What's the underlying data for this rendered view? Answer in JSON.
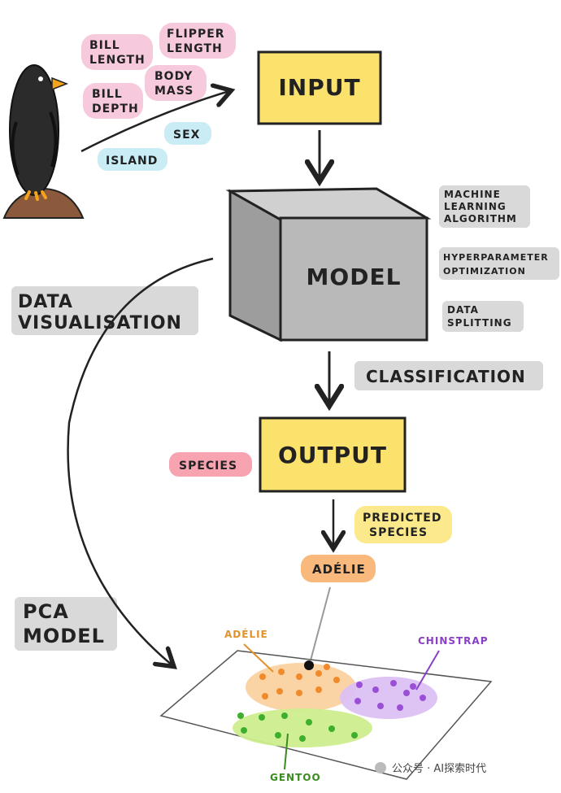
{
  "input_label": "INPUT",
  "model_label": "MODEL",
  "output_label": "OUTPUT",
  "features": {
    "bill_length": [
      "BILL",
      "LENGTH"
    ],
    "flipper_length": [
      "FLIPPER",
      "LENGTH"
    ],
    "bill_depth": [
      "BILL",
      "DEPTH"
    ],
    "body_mass": [
      "BODY",
      "MASS"
    ],
    "sex": "SEX",
    "island": "ISLAND"
  },
  "model_notes": {
    "ml_algorithm": [
      "MACHINE",
      "LEARNING",
      "ALGORITHM"
    ],
    "hyperparameter": [
      "HYPERPARAMETER",
      "OPTIMIZATION"
    ],
    "data_splitting": [
      "DATA",
      "SPLITTING"
    ]
  },
  "left_labels": {
    "data_visualisation": [
      "DATA",
      "VISUALISATION"
    ],
    "pca_model": [
      "PCA",
      "MODEL"
    ]
  },
  "classification": "CLASSIFICATION",
  "species_tag": "SPECIES",
  "predicted_species": [
    "PREDICTED",
    "SPECIES"
  ],
  "prediction": "ADÉLIE",
  "clusters": {
    "adelie": "ADÉLIE",
    "chinstrap": "CHINSTRAP",
    "gentoo": "GENTOO"
  },
  "colors": {
    "pink": "#f7c9dc",
    "blue": "#c9ecf5",
    "yellow": "#fbe26d",
    "orange": "#f9b97d",
    "purple_dot": "#9b4fd6",
    "green_dot": "#3fae2d",
    "orange_dot": "#f08a2b",
    "grey_box": "#b9b9b9"
  },
  "watermark": "公众号 · AI探索时代"
}
